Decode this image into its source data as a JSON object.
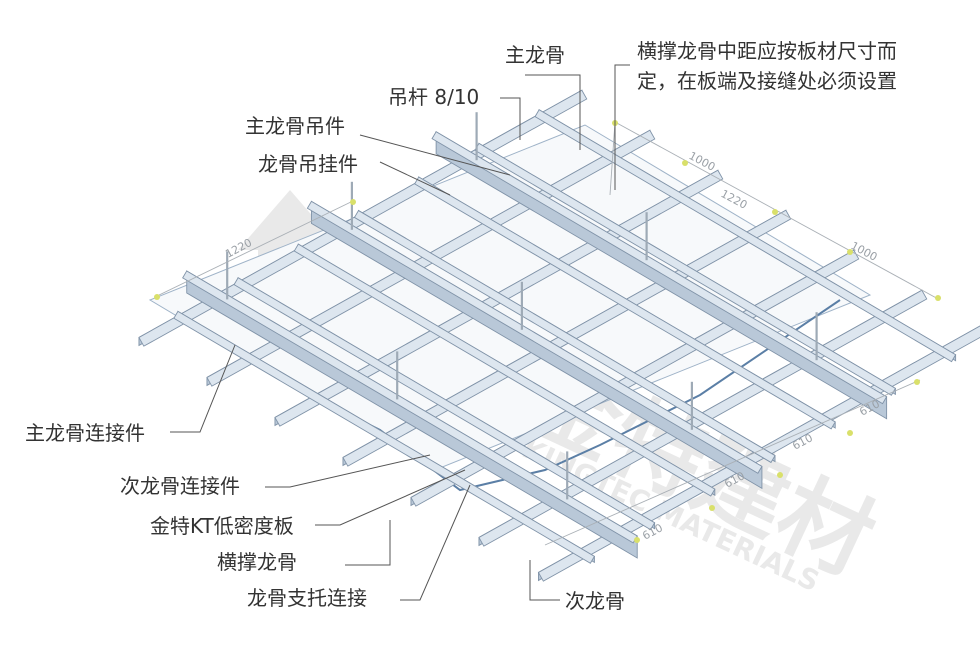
{
  "labels": {
    "main_keel": "主龙骨",
    "cross_brace_note_line1": "横撑龙骨中距应按板材尺寸而",
    "cross_brace_note_line2": "定，在板端及接缝处必须设置",
    "hanger_rod": "吊杆  8/10",
    "main_keel_hanger": "主龙骨吊件",
    "keel_hanger": "龙骨吊挂件",
    "main_keel_connector": "主龙骨连接件",
    "secondary_keel_connector": "次龙骨连接件",
    "kt_board": "金特KT低密度板",
    "cross_brace_keel": "横撑龙骨",
    "keel_support_connector": "龙骨支托连接",
    "secondary_keel": "次龙骨"
  },
  "dimensions": {
    "top_right_1": "1000",
    "top_right_2": "1220",
    "top_right_3": "1000",
    "left": "1220",
    "right_1": "610",
    "right_2": "610",
    "right_3": "610",
    "bottom_1": "610"
  },
  "watermark": {
    "cn": "金特建材",
    "en": "KINGTEC MATERIALS"
  },
  "colors": {
    "keel_top": "#dde6ef",
    "keel_side": "#b9c8d8",
    "keel_outline": "#8093a8",
    "board_seam": "#5b7fa6",
    "label": "#333333"
  }
}
